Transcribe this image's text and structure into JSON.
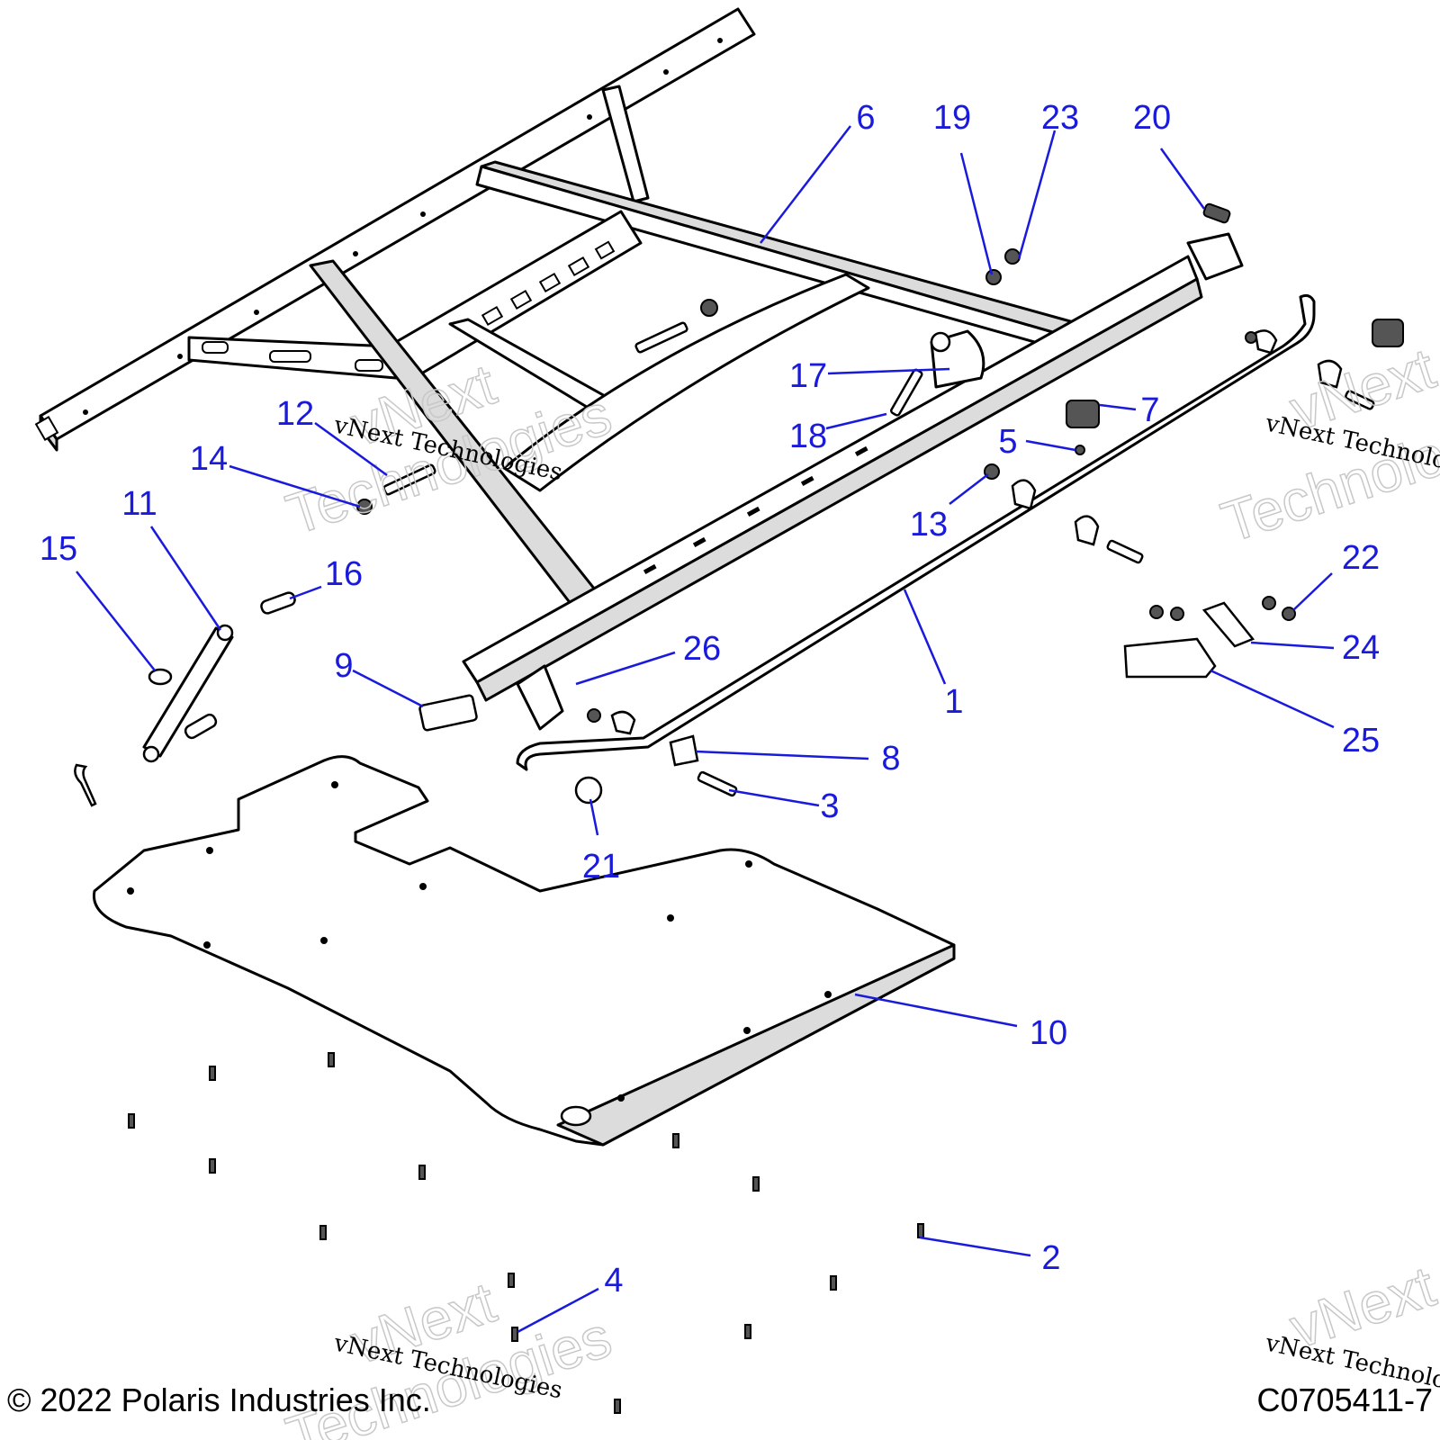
{
  "callouts": [
    {
      "label": "1"
    },
    {
      "label": "2"
    },
    {
      "label": "3"
    },
    {
      "label": "4"
    },
    {
      "label": "5"
    },
    {
      "label": "6"
    },
    {
      "label": "7"
    },
    {
      "label": "8"
    },
    {
      "label": "9"
    },
    {
      "label": "10"
    },
    {
      "label": "11"
    },
    {
      "label": "12"
    },
    {
      "label": "13"
    },
    {
      "label": "14"
    },
    {
      "label": "15"
    },
    {
      "label": "16"
    },
    {
      "label": "17"
    },
    {
      "label": "18"
    },
    {
      "label": "19"
    },
    {
      "label": "20"
    },
    {
      "label": "21"
    },
    {
      "label": "22"
    },
    {
      "label": "23"
    },
    {
      "label": "24"
    },
    {
      "label": "25"
    },
    {
      "label": "26"
    }
  ],
  "watermark": {
    "line1": "vNext",
    "line2": "Technologies",
    "small": "vNext Technologies"
  },
  "footer": {
    "copyright": "© 2022 Polaris Industries Inc.",
    "diagram_code": "C0705411-7"
  },
  "colors": {
    "callout": "#1a1adc",
    "line": "#000000",
    "shade": "#dcdcdc"
  }
}
